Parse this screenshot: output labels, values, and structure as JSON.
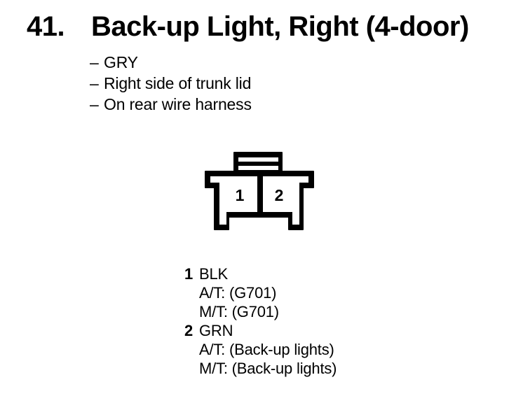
{
  "page": {
    "background_color": "#ffffff",
    "ink_color": "#000000"
  },
  "heading": {
    "number": "41.",
    "title": "Back-up Light, Right (4-door)"
  },
  "detail_bullet": "–",
  "details": [
    "GRY",
    "Right side of trunk lid",
    "On rear wire harness"
  ],
  "connector": {
    "type": "2-cavity connector, female, front view",
    "cavities": [
      "1",
      "2"
    ]
  },
  "pins": [
    {
      "number": "1",
      "wire_color": "BLK",
      "lines": [
        "A/T: (G701)",
        "M/T: (G701)"
      ]
    },
    {
      "number": "2",
      "wire_color": "GRN",
      "lines": [
        "A/T: (Back-up lights)",
        "M/T: (Back-up lights)"
      ]
    }
  ]
}
